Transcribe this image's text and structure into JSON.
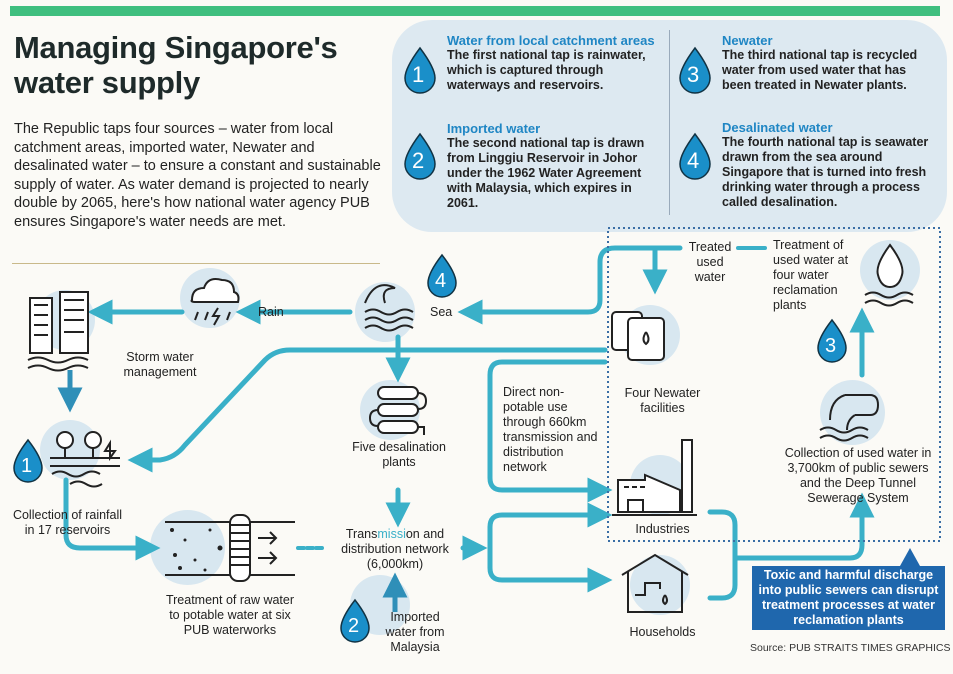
{
  "title_line1": "Managing Singapore's",
  "title_line2": "water supply",
  "intro": "The Republic taps four sources – water from local catchment areas, imported water, Newater and desalinated water – to ensure a constant and sustainable supply of water. As water demand is projected to nearly double by 2065, here's how national water agency PUB ensures Singapore's water needs are met.",
  "key": [
    {
      "num": "1",
      "heading": "Water from local catchment areas",
      "text": "The first national tap is rainwater, which is captured through waterways and reservoirs."
    },
    {
      "num": "2",
      "heading": "Imported water",
      "text": "The second national tap is drawn from Linggiu Reservoir in Johor under the 1962 Water Agreement with Malaysia, which expires in 2061."
    },
    {
      "num": "3",
      "heading": "Newater",
      "text": "The third national tap is recycled water from used water that has been treated in Newater plants."
    },
    {
      "num": "4",
      "heading": "Desalinated water",
      "text": "The fourth national tap is seawater drawn from the sea around Singapore that is turned into fresh drinking water through a process called desalination."
    }
  ],
  "diagram": {
    "rain": "Rain",
    "sea": "Sea",
    "storm": "Storm water management",
    "reservoirs": "Collection of rainfall in 17 reservoirs",
    "treatment_raw": "Treatment of raw water to potable water at six PUB waterworks",
    "desal": "Five desalination plants",
    "transmission_a": "Trans",
    "transmission_b": "missi",
    "transmission_c": "on and distribution network",
    "transmission_d": "(6,000km)",
    "imported": "Imported water from Malaysia",
    "direct": "Direct non-potable use through 660km transmission and distribution network",
    "treated_used": "Treated used water",
    "treatment_used": "Treatment of used water at four water reclamation plants",
    "newater": "Four Newater facilities",
    "industries": "Industries",
    "households": "Households",
    "collection_used": "Collection of used water in 3,700km of public sewers and the Deep Tunnel Sewerage System",
    "callout": "Toxic and harmful discharge into public sewers can disrupt treatment processes at water reclamation plants",
    "drop_1": "1",
    "drop_2": "2",
    "drop_3": "3",
    "drop_4": "4"
  },
  "source": "Source: PUB   STRAITS TIMES GRAPHICS",
  "colors": {
    "accent": "#3ab0c8",
    "drop": "#1a8fc9",
    "callout": "#1f67ad",
    "stripe": "#3fbf7f"
  }
}
